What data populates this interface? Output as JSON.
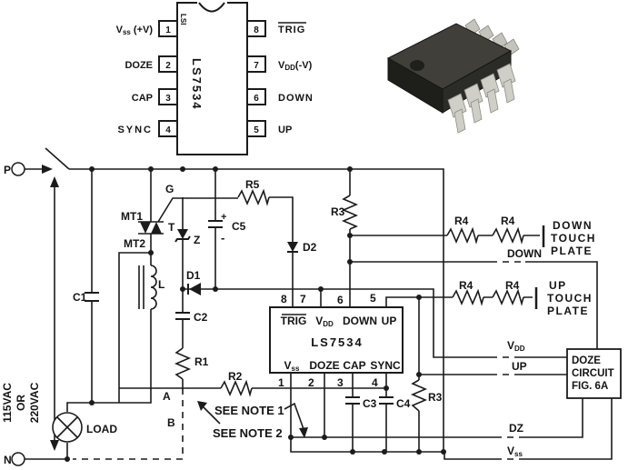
{
  "colors": {
    "line": "#1b1b1b",
    "background": "#ffffff",
    "chip_body": "#35342f",
    "chip_leads": "#cfcfc8"
  },
  "pinout": {
    "lsi_marking": "LSI",
    "part_number": "LS7534",
    "left_pins": [
      {
        "num": "1",
        "main": "V",
        "sub": "ss",
        "rest": " (+V)"
      },
      {
        "num": "2",
        "label": "DOZE"
      },
      {
        "num": "3",
        "label": "CAP"
      },
      {
        "num": "4",
        "label": "SYNC"
      }
    ],
    "right_pins": [
      {
        "num": "8",
        "label": "TRIG"
      },
      {
        "num": "7",
        "main": "V",
        "sub": "DD",
        "rest": "(-V)"
      },
      {
        "num": "6",
        "label": "DOWN"
      },
      {
        "num": "5",
        "label": "UP"
      }
    ]
  },
  "schematic": {
    "terminals": {
      "p": "P",
      "n": "N"
    },
    "source": {
      "lines": [
        "115VAC",
        "OR",
        "220VAC"
      ]
    },
    "triac": {
      "g": "G",
      "mt1": "MT1",
      "mt2": "MT2",
      "t": "T"
    },
    "components": {
      "c1": "C1",
      "c2": "C2",
      "c3": "C3",
      "c4": "C4",
      "c5": "C5",
      "r1": "R1",
      "r2": "R2",
      "r3": "R3",
      "r4": "R4",
      "r5": "R5",
      "d1": "D1",
      "d2": "D2",
      "z": "Z",
      "l": "L",
      "load": "LOAD",
      "plus": "+",
      "minus": "-"
    },
    "ic": {
      "name": "LS7534",
      "top_pins": [
        {
          "num": "8",
          "label": "TRIG"
        },
        {
          "num": "7",
          "main": "V",
          "sub": "DD"
        },
        {
          "num": "6",
          "label": "DOWN"
        },
        {
          "num": "5",
          "label": "UP"
        }
      ],
      "bottom_pins": [
        {
          "num": "1",
          "main": "V",
          "sub": "ss"
        },
        {
          "num": "2",
          "label": "DOZE"
        },
        {
          "num": "3",
          "label": "CAP"
        },
        {
          "num": "4",
          "label": "SYNC"
        }
      ]
    },
    "points": {
      "a": "A",
      "b": "B"
    },
    "notes": {
      "note1": "SEE NOTE 1",
      "note2": "SEE NOTE 2"
    },
    "touch": {
      "down_plate": [
        "DOWN",
        "TOUCH",
        "PLATE"
      ],
      "up_plate": [
        "UP",
        "TOUCH",
        "PLATE"
      ]
    },
    "signals": {
      "down": "DOWN",
      "up": "UP",
      "dz": "DZ",
      "vdd_main": "V",
      "vdd_sub": "DD",
      "vss_main": "V",
      "vss_sub": "ss"
    },
    "doze_box": {
      "lines": [
        "DOZE",
        "CIRCUIT",
        "FIG. 6A"
      ]
    }
  }
}
